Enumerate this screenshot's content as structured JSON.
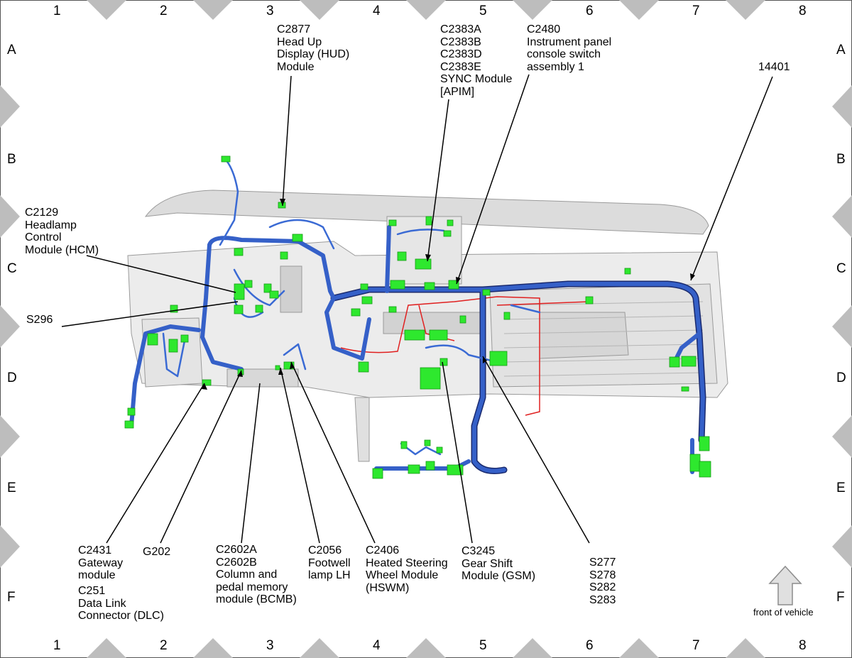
{
  "grid": {
    "columns": [
      "1",
      "2",
      "3",
      "4",
      "5",
      "6",
      "7",
      "8"
    ],
    "rows": [
      "A",
      "B",
      "C",
      "D",
      "E",
      "F"
    ]
  },
  "callouts": {
    "c2877": "C2877\nHead Up\nDisplay (HUD)\nModule",
    "c2383": "C2383A\nC2383B\nC2383D\nC2383E\nSYNC Module\n[APIM]",
    "c2480": "C2480\nInstrument panel\nconsole switch\nassembly 1",
    "n14401": "14401",
    "c2129": "C2129\nHeadlamp\nControl\nModule (HCM)",
    "s296": "S296",
    "c2431": "C2431\nGateway\nmodule",
    "c251": "C251\nData Link\nConnector (DLC)",
    "g202": "G202",
    "c2602": "C2602A\nC2602B\nColumn and\npedal memory\nmodule (BCMB)",
    "c2056": "C2056\nFootwell\nlamp LH",
    "c2406": "C2406\nHeated Steering\nWheel Module\n(HSWM)",
    "c3245": "C3245\nGear Shift\nModule (GSM)",
    "splices": "S277\nS278\nS282\nS283"
  },
  "front_indicator": "front of vehicle",
  "colors": {
    "harness": "#2a52be",
    "harness_dark": "#1a2a6e",
    "connector": "#2ee82e",
    "red_wire": "#e02020",
    "structure": "#d8d8d8",
    "border_marker": "#bdbdbd"
  }
}
